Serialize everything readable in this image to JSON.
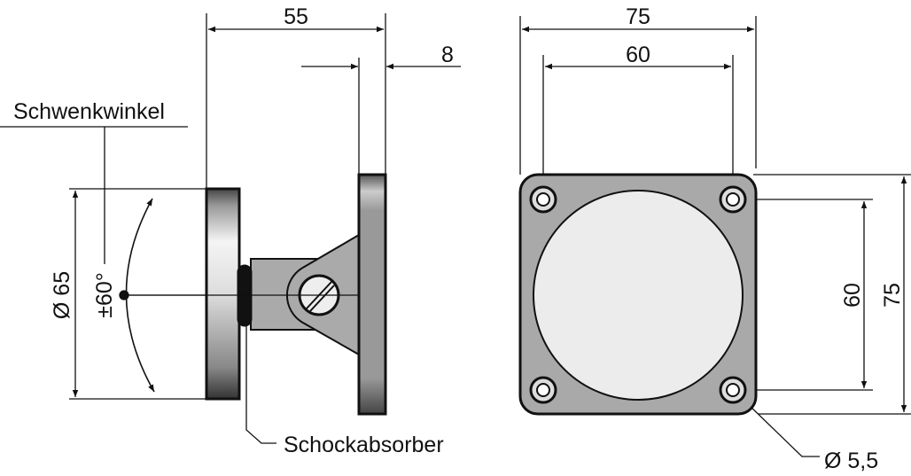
{
  "labels": {
    "swivel_angle": "Schwenkwinkel",
    "shock_absorber": "Schockabsorber",
    "angle": "±60°",
    "diameter_65": "Ø 65",
    "dim_55": "55",
    "dim_8": "8",
    "dim_75_top": "75",
    "dim_60_top": "60",
    "dim_60_side": "60",
    "dim_75_side": "75",
    "hole_diameter": "Ø 5,5"
  },
  "colors": {
    "body_gray": "#a9a9a9",
    "face": "#ececec",
    "line": "#111111"
  }
}
